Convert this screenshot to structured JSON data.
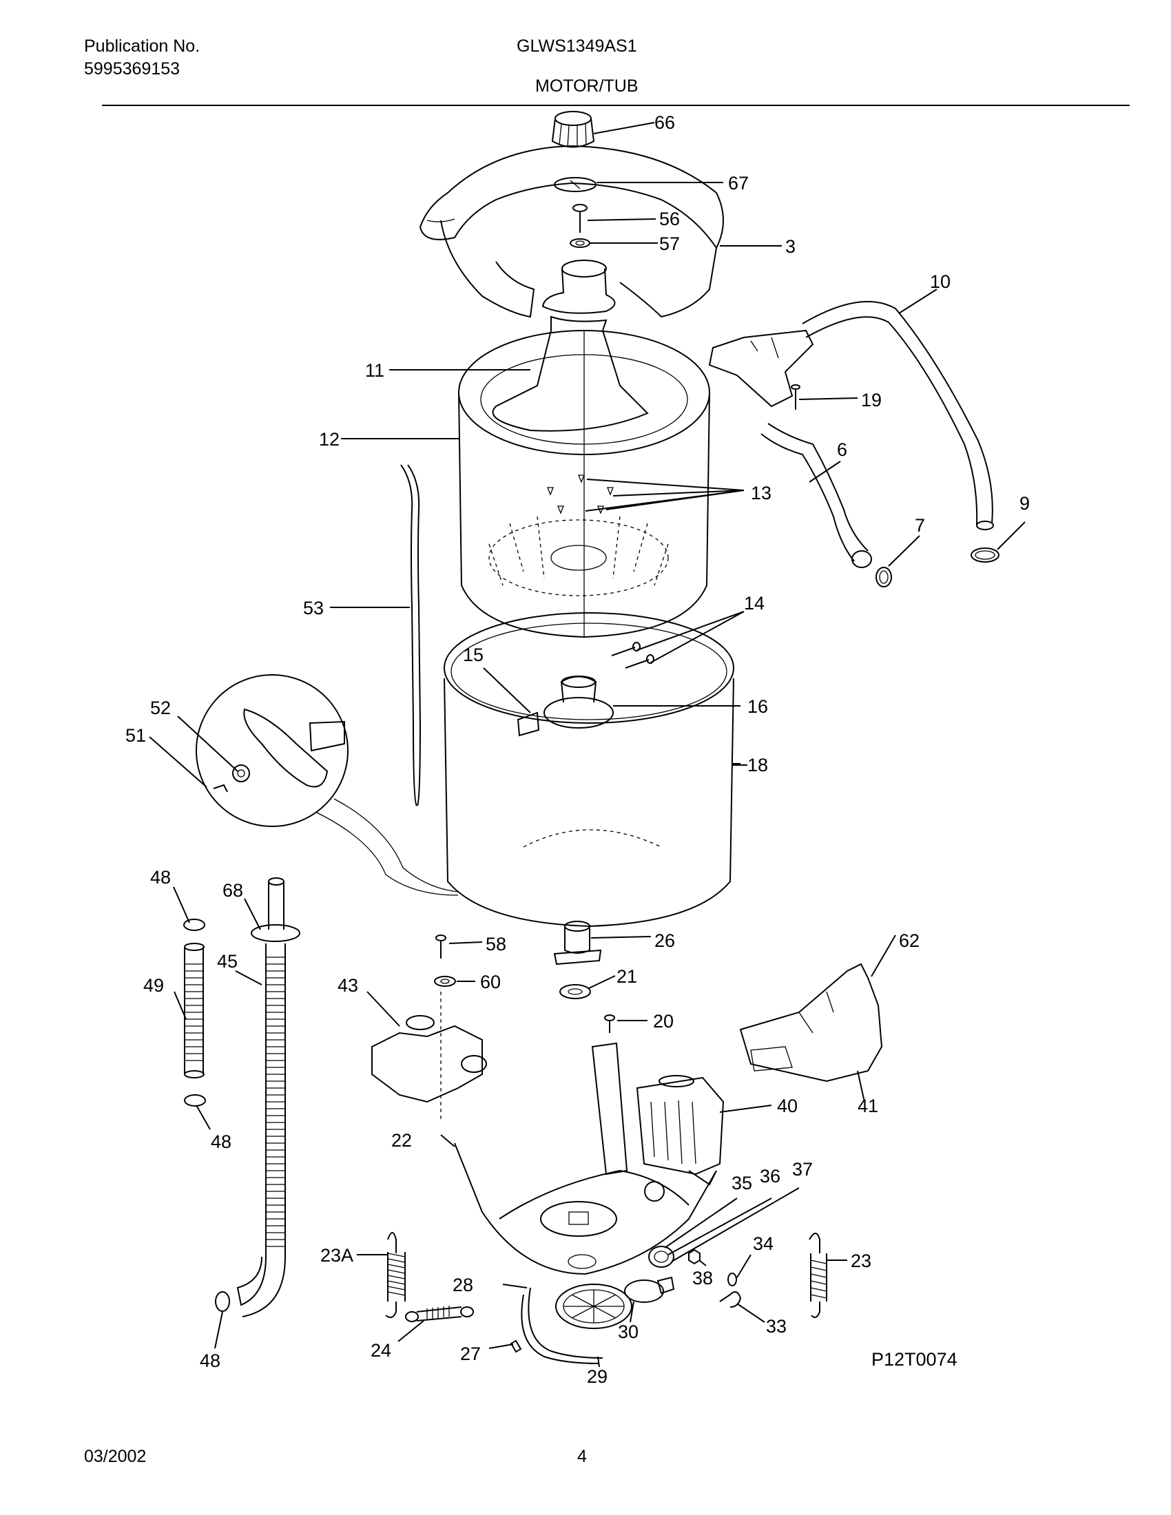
{
  "header": {
    "publication_label": "Publication No.",
    "publication_number": "5995369153",
    "model": "GLWS1349AS1",
    "section_title": "MOTOR/TUB"
  },
  "diagram": {
    "figure_code": "P12T0074",
    "callouts": [
      "66",
      "67",
      "56",
      "57",
      "3",
      "10",
      "11",
      "19",
      "12",
      "6",
      "13",
      "9",
      "7",
      "53",
      "14",
      "15",
      "16",
      "52",
      "51",
      "18",
      "48",
      "68",
      "58",
      "26",
      "62",
      "43",
      "60",
      "21",
      "45",
      "49",
      "20",
      "40",
      "41",
      "48",
      "22",
      "35",
      "36",
      "37",
      "48",
      "34",
      "23A",
      "38",
      "28",
      "23",
      "33",
      "24",
      "30",
      "27",
      "29",
      "48"
    ]
  },
  "footer": {
    "date": "03/2002",
    "page_number": "4"
  }
}
